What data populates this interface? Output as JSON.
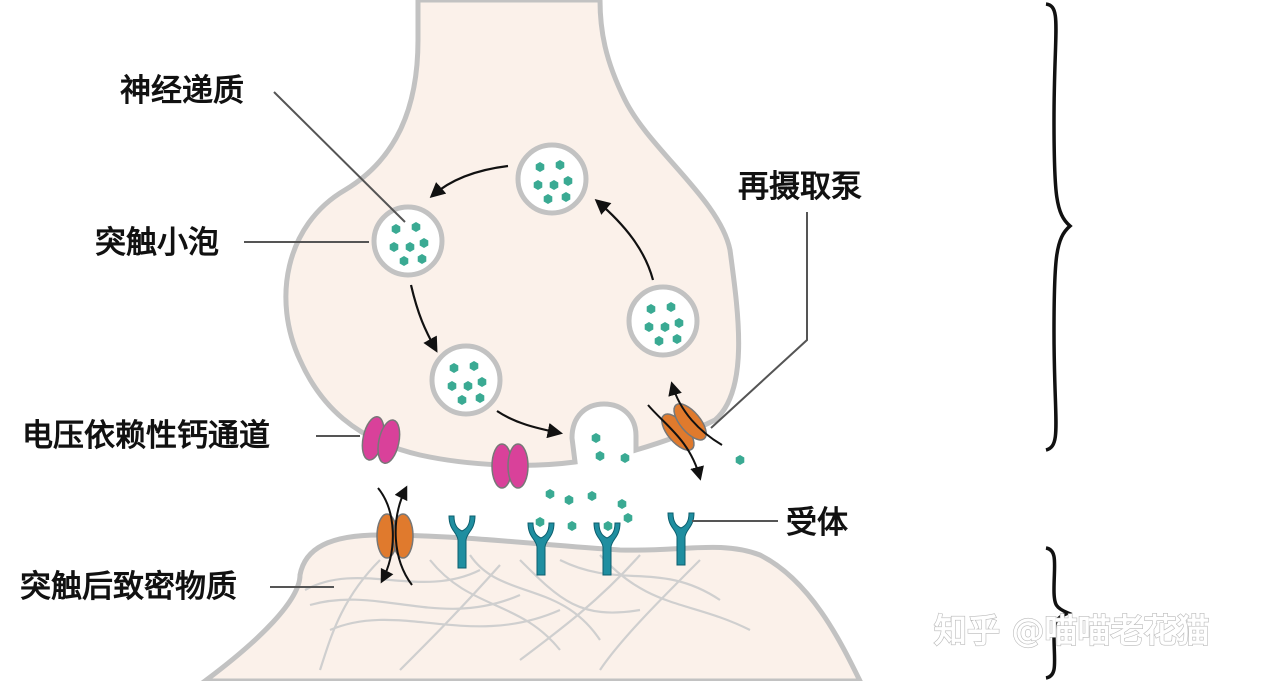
{
  "labels": {
    "neurotransmitter": "神经递质",
    "vesicle": "突触小泡",
    "reuptake_pump": "再摄取泵",
    "calcium_channel": "电压依赖性钙通道",
    "receptor": "受体",
    "psd": "突触后致密物质"
  },
  "watermark": "知乎 @喵喵老花猫",
  "colors": {
    "cell_fill": "#fbf1ea",
    "membrane": "#c2c2c2",
    "transmitter": "#3aaa93",
    "calcium_channel": "#d9419a",
    "reuptake_pump": "#e07a2d",
    "receptor": "#1f8ea0",
    "leader_line": "#555555"
  },
  "icons": {
    "vesicle": "vesicle-circle",
    "calcium_channel": "double-pill",
    "reuptake_pump": "double-pill",
    "receptor": "y-receptor",
    "bracket": "curly-brace"
  }
}
